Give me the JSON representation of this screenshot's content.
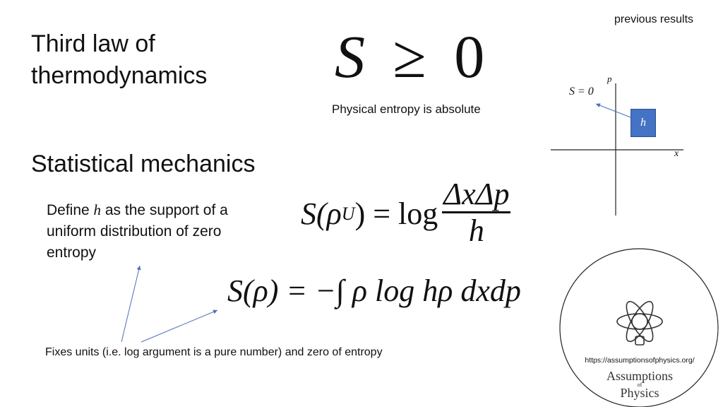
{
  "corner_note": "previous results",
  "title": {
    "line1": "Third law of",
    "line2": "thermodynamics"
  },
  "third_law": {
    "equation": {
      "lhs": "S",
      "rel": "≥",
      "rhs": "0"
    },
    "caption": "Physical entropy is absolute"
  },
  "section_title": "Statistical mechanics",
  "definition": {
    "prefix": "Define ",
    "var": "h",
    "suffix": " as the support of a uniform distribution of zero entropy"
  },
  "uniform_entropy": {
    "lhs": "S(ρ",
    "lhs_sub": "U",
    "lhs_end": ") = log",
    "numerator": "ΔxΔp",
    "denominator": "h"
  },
  "general_entropy": {
    "text": "S(ρ) = −∫ ρ log hρ dxdp"
  },
  "footnote": "Fixes units (i.e. log argument is a pure number) and zero of entropy",
  "phase_space": {
    "p_label": "p",
    "x_label": "x",
    "cell_label": "h",
    "s_zero_label": "S = 0",
    "cell_color": "#4472c4"
  },
  "logo": {
    "url": "https://assumptionsofphysics.org/",
    "name_top": "Assumptions",
    "name_of": "of",
    "name_bottom": "Physics"
  },
  "colors": {
    "arrow": "#4a72b8",
    "text": "#111111"
  }
}
